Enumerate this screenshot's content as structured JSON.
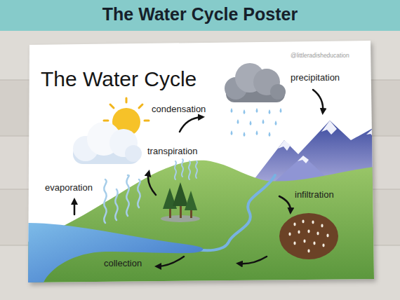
{
  "diagram": {
    "title": "The Water Cycle Poster",
    "labels": [
      "The Water Cycle",
      "@littleradisheducation",
      "condensation",
      "precipitation",
      "transpiration",
      "evaporation",
      "infiltration",
      "collection"
    ]
  }
}
